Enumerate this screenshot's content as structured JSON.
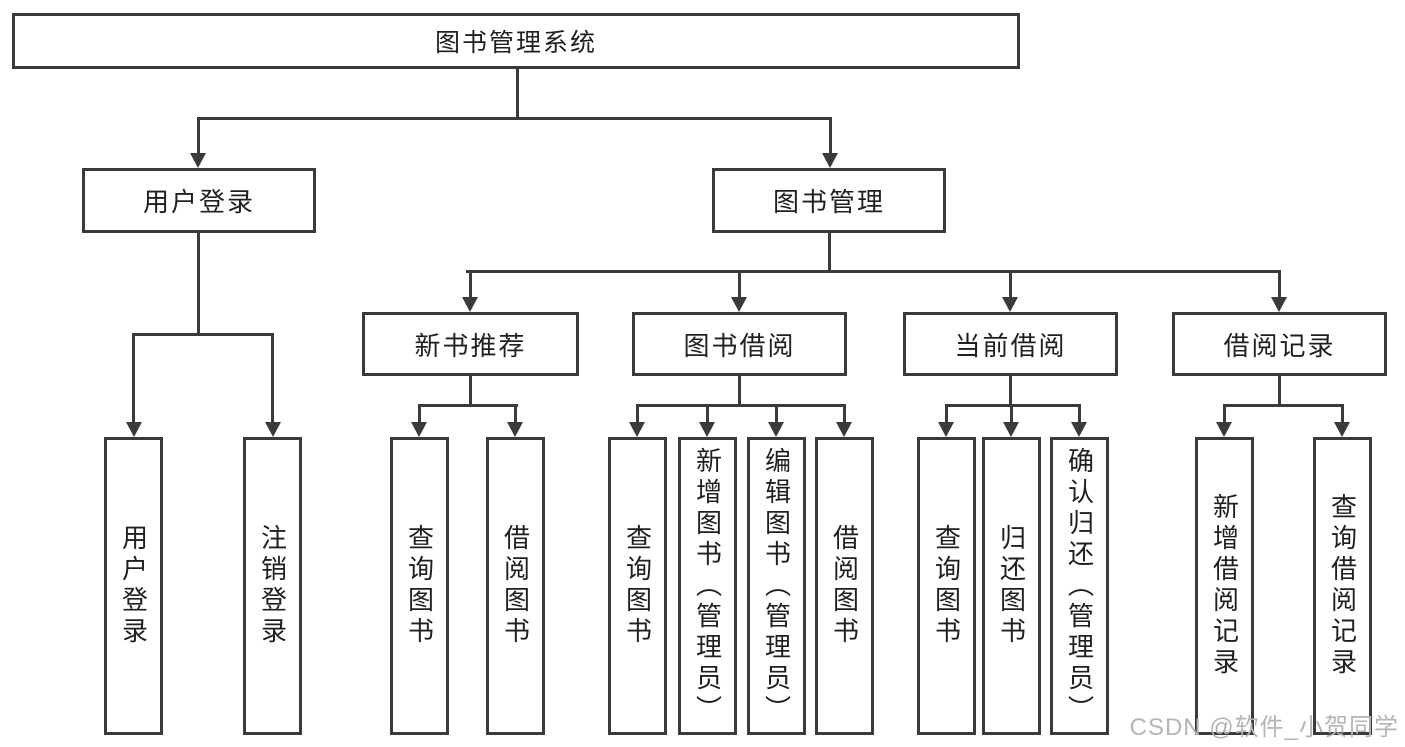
{
  "colors": {
    "line": "#3a3a3a",
    "text": "#1f1f1f",
    "watermark": "#b5b5b5",
    "background": "#ffffff"
  },
  "diagram": {
    "type": "hierarchy-tree",
    "root": {
      "label": "图书管理系统"
    },
    "level2": [
      {
        "label": "用户登录",
        "parent": "图书管理系统"
      },
      {
        "label": "图书管理",
        "parent": "图书管理系统"
      }
    ],
    "level3": [
      {
        "label": "新书推荐",
        "parent": "图书管理"
      },
      {
        "label": "图书借阅",
        "parent": "图书管理"
      },
      {
        "label": "当前借阅",
        "parent": "图书管理"
      },
      {
        "label": "借阅记录",
        "parent": "图书管理"
      }
    ],
    "leaves": [
      {
        "label": "用户登录",
        "parent": "用户登录"
      },
      {
        "label": "注销登录",
        "parent": "用户登录"
      },
      {
        "label": "查询图书",
        "parent": "新书推荐"
      },
      {
        "label": "借阅图书",
        "parent": "新书推荐"
      },
      {
        "label": "查询图书",
        "parent": "图书借阅"
      },
      {
        "label": "新增图书（管理员）",
        "parent": "图书借阅"
      },
      {
        "label": "编辑图书（管理员）",
        "parent": "图书借阅"
      },
      {
        "label": "借阅图书",
        "parent": "图书借阅"
      },
      {
        "label": "查询图书",
        "parent": "当前借阅"
      },
      {
        "label": "归还图书",
        "parent": "当前借阅"
      },
      {
        "label": "确认归还（管理员）",
        "parent": "当前借阅"
      },
      {
        "label": "新增借阅记录",
        "parent": "借阅记录"
      },
      {
        "label": "查询借阅记录",
        "parent": "借阅记录"
      }
    ]
  },
  "watermark": {
    "text": "CSDN @软件_小贺同学"
  }
}
